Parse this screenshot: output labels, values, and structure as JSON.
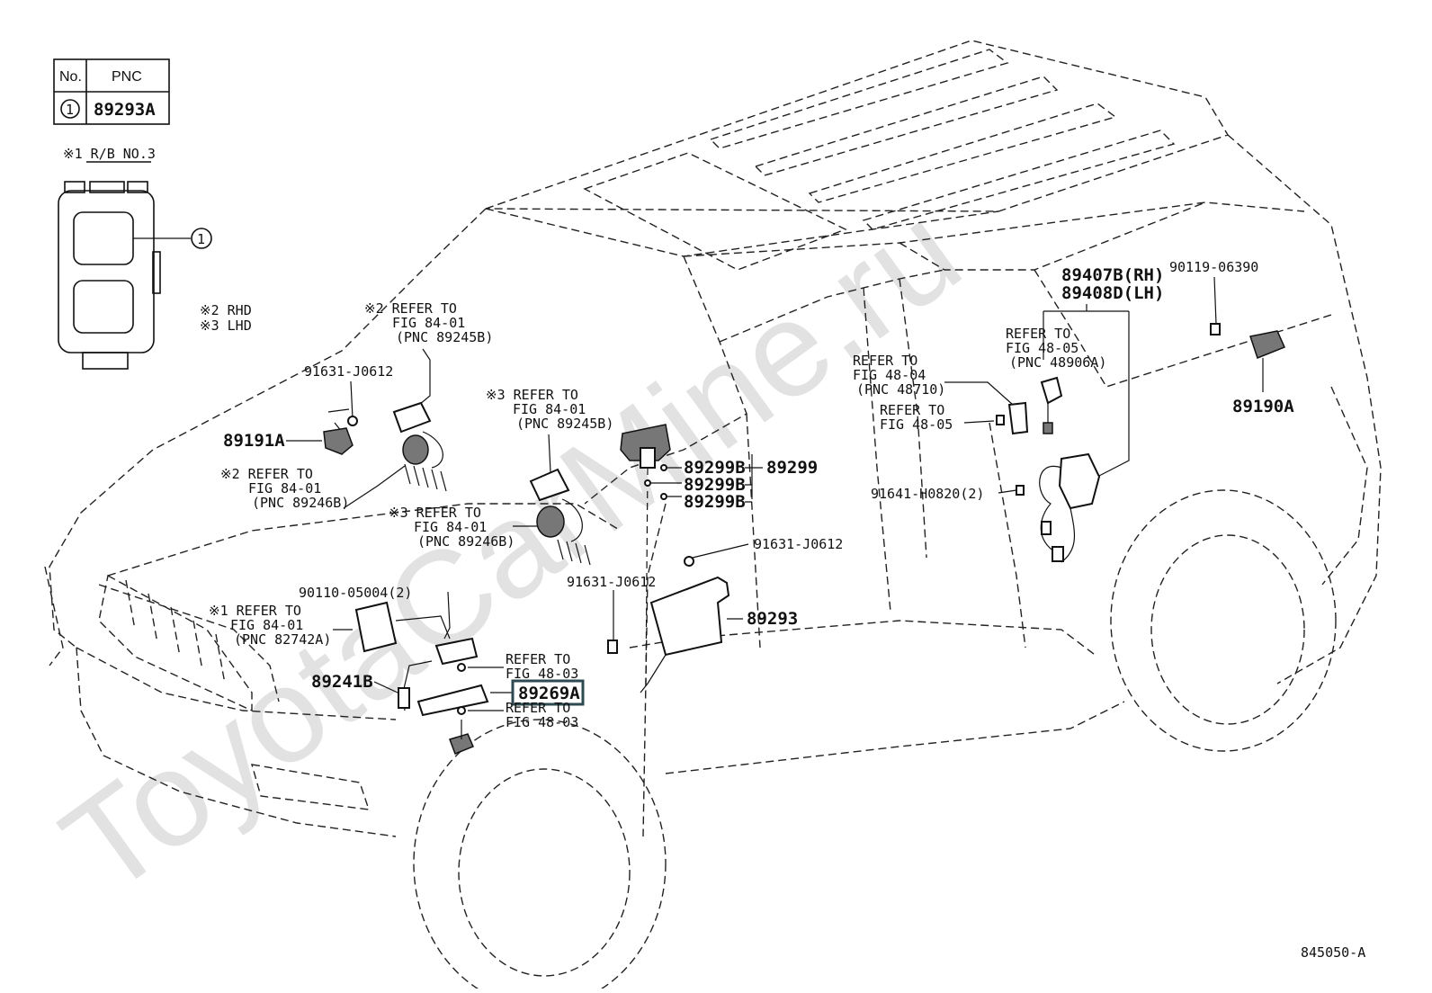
{
  "legend_table": {
    "headers": [
      "No.",
      "PNC"
    ],
    "rows": [
      {
        "no": "1",
        "pnc": "89293A"
      }
    ]
  },
  "relay_box": {
    "title": "※1 R/B NO.3",
    "callout": "1",
    "notes": [
      "※2 RHD",
      "※3 LHD"
    ]
  },
  "labels": {
    "refer_84_89245b_a": [
      "※2 REFER TO",
      "FIG 84-01",
      "(PNC 89245B)"
    ],
    "refer_84_89245b_b": [
      "※3 REFER TO",
      "FIG 84-01",
      "(PNC 89245B)"
    ],
    "refer_84_89246b_a": [
      "※2 REFER TO",
      "FIG 84-01",
      "(PNC 89246B)"
    ],
    "refer_84_89246b_b": [
      "※3 REFER TO",
      "FIG 84-01",
      "(PNC 89246B)"
    ],
    "refer_84_82742a": [
      "※1 REFER TO",
      "FIG 84-01",
      "(PNC 82742A)"
    ],
    "refer_48_03_a": [
      "REFER TO",
      "FIG 48-03"
    ],
    "refer_48_03_b": [
      "REFER TO",
      "FIG 48-03"
    ],
    "refer_48_04": [
      "REFER TO",
      "FIG 48-04",
      "(PNC 48710)"
    ],
    "refer_48_05_a": [
      "REFER TO",
      "FIG 48-05"
    ],
    "refer_48_05_b": [
      "REFER TO",
      "FIG 48-05",
      "(PNC 48906A)"
    ],
    "p91631_a": "91631-J0612",
    "p91631_b": "91631-J0612",
    "p91631_c": "91631-J0612",
    "p90110": "90110-05004(2)",
    "p91641": "91641-H0820(2)",
    "p90119": "90119-06390",
    "p89191a": "89191A",
    "p89241b": "89241B",
    "p89269a": "89269A",
    "p89299b": [
      "89299B",
      "89299B",
      "89299B"
    ],
    "p89299": "89299",
    "p89293": "89293",
    "p89407b": "89407B(RH)",
    "p89408d": "89408D(LH)",
    "p89190a": "89190A"
  },
  "figure_code": "845050-A",
  "watermark": "ToyotaCarMine.ru"
}
